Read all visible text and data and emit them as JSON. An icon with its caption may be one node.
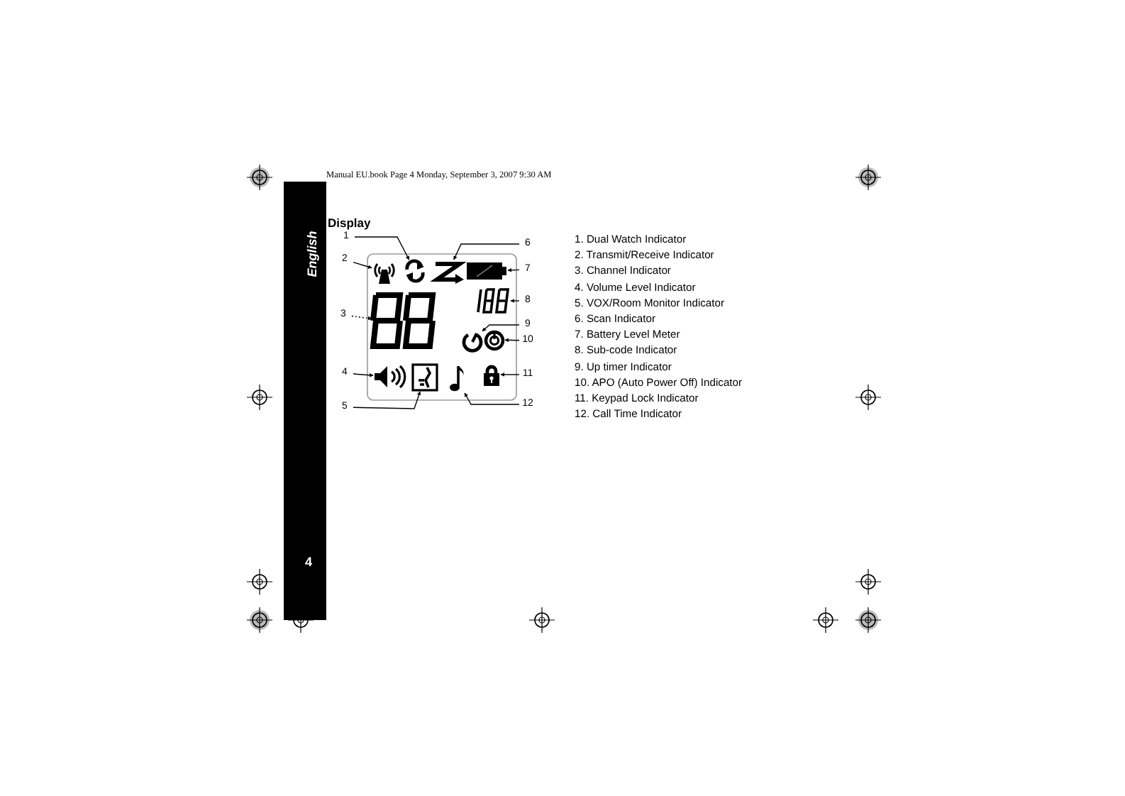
{
  "diagram": {
    "title": "Display",
    "nodes": [
      {
        "text": [
          "1"
        ]
      },
      {
        "text": [
          "2"
        ]
      },
      {
        "text": [
          "3"
        ]
      },
      {
        "text": [
          "4"
        ]
      },
      {
        "text": [
          "5"
        ]
      },
      {
        "text": [
          "6"
        ]
      },
      {
        "text": [
          "7"
        ]
      },
      {
        "text": [
          "8"
        ]
      },
      {
        "text": [
          "9"
        ]
      },
      {
        "text": [
          "10"
        ]
      },
      {
        "text": [
          "11"
        ]
      },
      {
        "text": [
          "12"
        ]
      },
      {
        "text": [],
        "shape": "picture"
      },
      {
        "text": [],
        "shape": "picture"
      },
      {
        "text": [],
        "shape": "picture"
      },
      {
        "text": [],
        "shape": "picture"
      },
      {
        "text": [],
        "shape": "picture"
      },
      {
        "text": [],
        "shape": "picture"
      },
      {
        "text": [],
        "shape": "picture"
      },
      {
        "text": [],
        "shape": "picture"
      },
      {
        "text": [],
        "shape": "picture"
      },
      {
        "text": [],
        "shape": "picture"
      },
      {
        "text": [],
        "shape": "picture"
      },
      {
        "text": [],
        "shape": "picture"
      }
    ],
    "edges": [
      {
        "from": 0,
        "to": 12,
        "arrow": "to"
      },
      {
        "from": 1,
        "to": 13,
        "arrow": "to"
      },
      {
        "from": 2,
        "to": 14,
        "arrow": "to",
        "style": "dashed"
      },
      {
        "from": 3,
        "to": 15,
        "arrow": "to"
      },
      {
        "from": 4,
        "to": 16,
        "arrow": "to"
      },
      {
        "from": 5,
        "to": 17,
        "arrow": "to"
      },
      {
        "from": 6,
        "to": 18,
        "arrow": "to"
      },
      {
        "from": 7,
        "to": 19,
        "arrow": "to"
      },
      {
        "from": 8,
        "to": 20,
        "arrow": "to"
      },
      {
        "from": 9,
        "to": 21,
        "arrow": "to"
      },
      {
        "from": 10,
        "to": 22,
        "arrow": "to"
      },
      {
        "from": 11,
        "to": 23,
        "arrow": "to"
      }
    ],
    "labels": [
      "Manual EU.book  Page 4  Monday, September 3, 2007  9:30 AM",
      "English",
      "4",
      "1. Dual Watch Indicator",
      "2. Transmit/Receive Indicator",
      "3. Channel Indicator",
      "4. Volume Level Indicator",
      "5. VOX/Room Monitor Indicator",
      "6. Scan Indicator",
      "7. Battery Level Meter",
      "8. Sub-code Indicator",
      "9. Up timer Indicator",
      "10. APO (Auto Power Off) Indicator",
      "11. Keypad Lock Indicator",
      "12. Call Time Indicator"
    ]
  }
}
